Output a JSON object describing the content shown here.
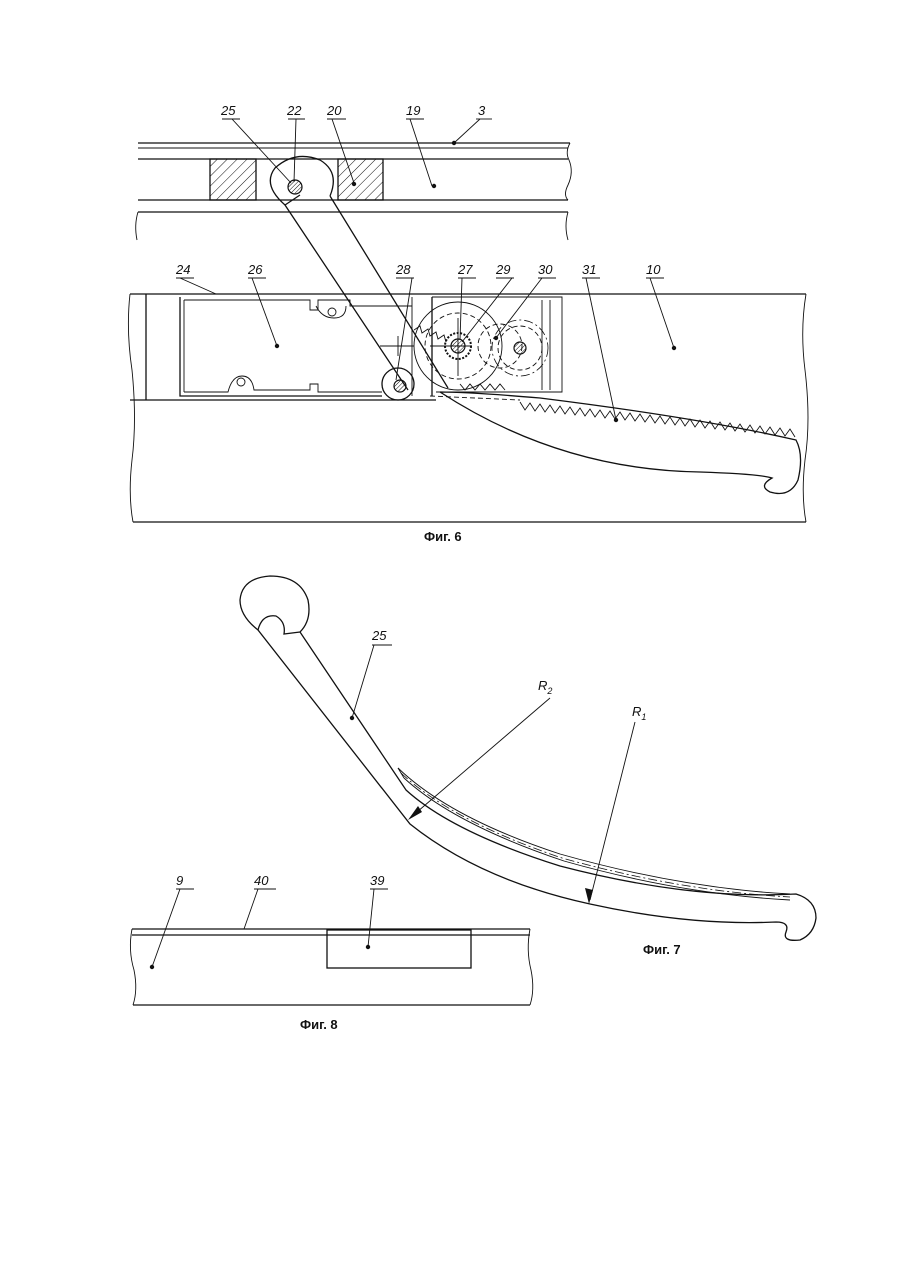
{
  "figures": {
    "fig6": {
      "caption": "Фиг. 6",
      "labels": {
        "l3": "3",
        "l10": "10",
        "l19": "19",
        "l20": "20",
        "l22": "22",
        "l24": "24",
        "l25": "25",
        "l26": "26",
        "l27": "27",
        "l28": "28",
        "l29": "29",
        "l30": "30",
        "l31": "31"
      }
    },
    "fig7": {
      "caption": "Фиг. 7",
      "labels": {
        "l25": "25",
        "r2": "R",
        "r2_sub": "2",
        "r1": "R",
        "r1_sub": "1"
      }
    },
    "fig8": {
      "caption": "Фиг. 8",
      "labels": {
        "l9": "9",
        "l40": "40",
        "l39": "39"
      }
    }
  }
}
